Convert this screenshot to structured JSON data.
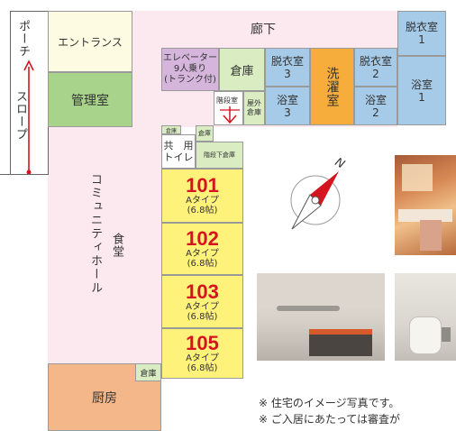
{
  "porch": {
    "label": "ポーチ"
  },
  "slope": {
    "label": "スロープ"
  },
  "entrance": {
    "label": "エントランス"
  },
  "office": {
    "label": "管理室"
  },
  "corridor": {
    "label": "廊下"
  },
  "elevator": {
    "label": "エレベーター\n9人乗り\n(トランク付)"
  },
  "storage": {
    "label": "倉庫"
  },
  "stair_room": {
    "label": "階段室"
  },
  "outdoor_storage": {
    "label": "屋外\n倉庫"
  },
  "dressing_3": {
    "label": "脱衣室\n3"
  },
  "bath_3": {
    "label": "浴室\n3"
  },
  "laundry": {
    "label": "洗濯室"
  },
  "dressing_2": {
    "label": "脱衣室\n2"
  },
  "bath_2": {
    "label": "浴室\n2"
  },
  "dressing_1": {
    "label": "脱衣室\n1"
  },
  "bath_1": {
    "label": "浴室\n1"
  },
  "small_storage": {
    "label": "倉庫"
  },
  "small_storage_2": {
    "label": "倉庫"
  },
  "shared_toilet": {
    "label": "共　用\nトイレ"
  },
  "under_stair_storage": {
    "label": "階段下倉庫"
  },
  "community_hall": {
    "label": "コミュニティホール"
  },
  "dining": {
    "label": "食堂"
  },
  "kitchen": {
    "label": "厨房"
  },
  "kitchen_storage": {
    "label": "倉庫"
  },
  "rooms": [
    {
      "number": "101",
      "type": "Aタイプ\n(6.8帖)"
    },
    {
      "number": "102",
      "type": "Aタイプ\n(6.8帖)"
    },
    {
      "number": "103",
      "type": "Aタイプ\n(6.8帖)"
    },
    {
      "number": "105",
      "type": "Aタイプ\n(6.8帖)"
    }
  ],
  "compass": {
    "label": "N"
  },
  "notes": [
    "※ 住宅のイメージ写真です。",
    "※ ご入居にあたっては審査が"
  ],
  "colors": {
    "hall": "#fce8ef",
    "entrance": "#fdfbe2",
    "office": "#a7d38a",
    "elevator": "#d5b5db",
    "storage": "#d9ecc2",
    "bath": "#a6cbe8",
    "laundry": "#f6ad3c",
    "room": "#fff27a",
    "kitchen": "#f4b789",
    "arrow": "#d4141e"
  }
}
